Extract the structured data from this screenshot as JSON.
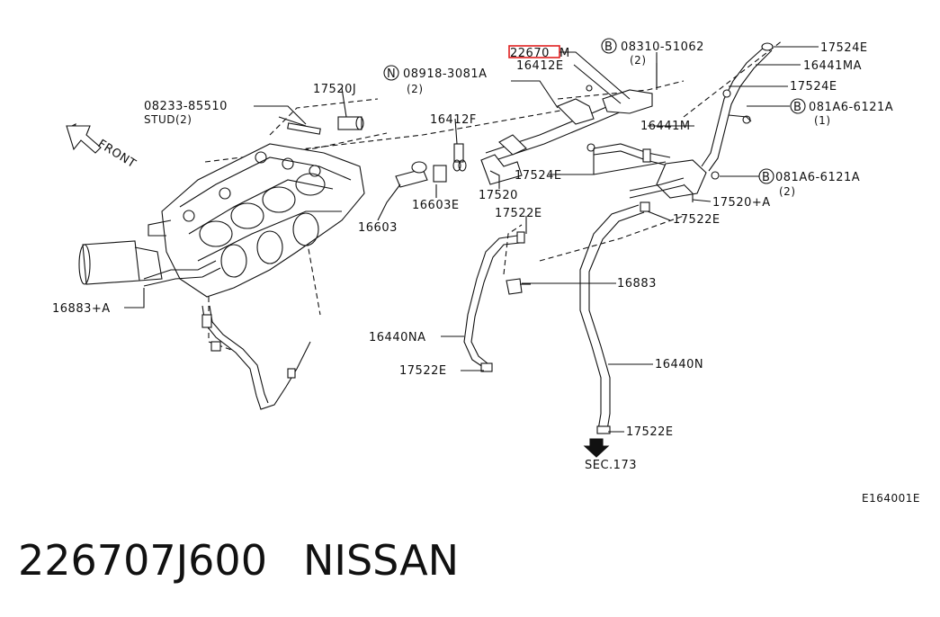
{
  "diagram": {
    "front_label": "FRONT",
    "drawing_code": "E164001E",
    "highlighted_part": "22670",
    "labels": {
      "p22670M_suffix": "M",
      "p16412E": "16412E",
      "p08310_51062": "08310-51062",
      "p08310_qty": "(2)",
      "p17524E_top": "17524E",
      "p16441MA": "16441MA",
      "p17524E_2": "17524E",
      "p081A6_1": "081A6-6121A",
      "p081A6_1_qty": "(1)",
      "p08918": "08918-3081A",
      "p08918_qty": "(2)",
      "p17520J": "17520J",
      "p08233": "08233-85510",
      "pSTUD": "STUD(2)",
      "p16412F": "16412F",
      "p16441M": "16441M",
      "p17524E_3": "17524E",
      "p081A6_2": "081A6-6121A",
      "p081A6_2_qty": "(2)",
      "p17520A": "17520+A",
      "p17522E_a": "17522E",
      "p17522E_b": "17522E",
      "p17520": "17520",
      "p16603": "16603",
      "p16603E": "16603E",
      "p16883": "16883",
      "p16883A": "16883+A",
      "p16440NA": "16440NA",
      "p17522E_c": "17522E",
      "p16440N": "16440N",
      "p17522E_d": "17522E",
      "pSEC": "SEC.173"
    },
    "symbols": {
      "bolt_b": "B",
      "nut_n": "N"
    }
  },
  "caption": {
    "part_number": "226707J600",
    "brand": "NISSAN"
  }
}
